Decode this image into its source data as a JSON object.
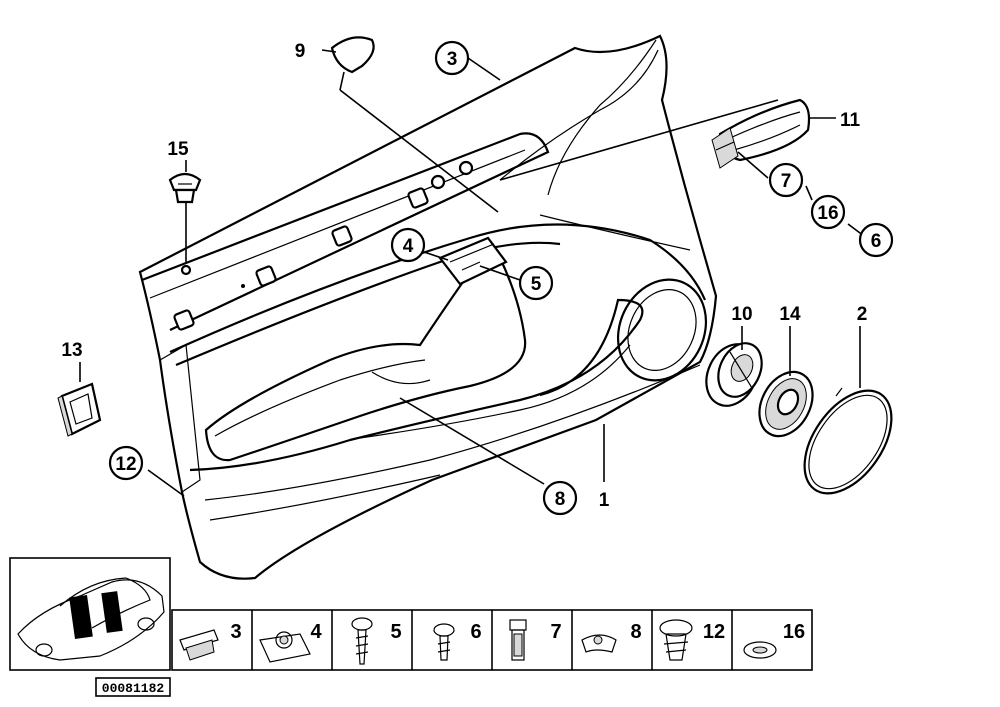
{
  "diagram": {
    "title": "Door trim panel, front",
    "drawing_code": "00081182",
    "colors": {
      "line": "#000000",
      "background": "#ffffff"
    }
  },
  "callouts": {
    "c1": "1",
    "c2": "2",
    "c3": "3",
    "c4": "4",
    "c5": "5",
    "c6": "6",
    "c7": "7",
    "c8": "8",
    "c9": "9",
    "c10": "10",
    "c11": "11",
    "c12": "12",
    "c13": "13",
    "c14": "14",
    "c15": "15",
    "c16": "16"
  },
  "parts_strip": [
    {
      "number": "3",
      "icon": "clip-icon"
    },
    {
      "number": "4",
      "icon": "nut-clip-icon"
    },
    {
      "number": "5",
      "icon": "screw-icon"
    },
    {
      "number": "6",
      "icon": "panhead-screw-icon"
    },
    {
      "number": "7",
      "icon": "expanding-rivet-icon"
    },
    {
      "number": "8",
      "icon": "cable-strap-icon"
    },
    {
      "number": "12",
      "icon": "push-clip-icon"
    },
    {
      "number": "16",
      "icon": "washer-icon"
    }
  ]
}
